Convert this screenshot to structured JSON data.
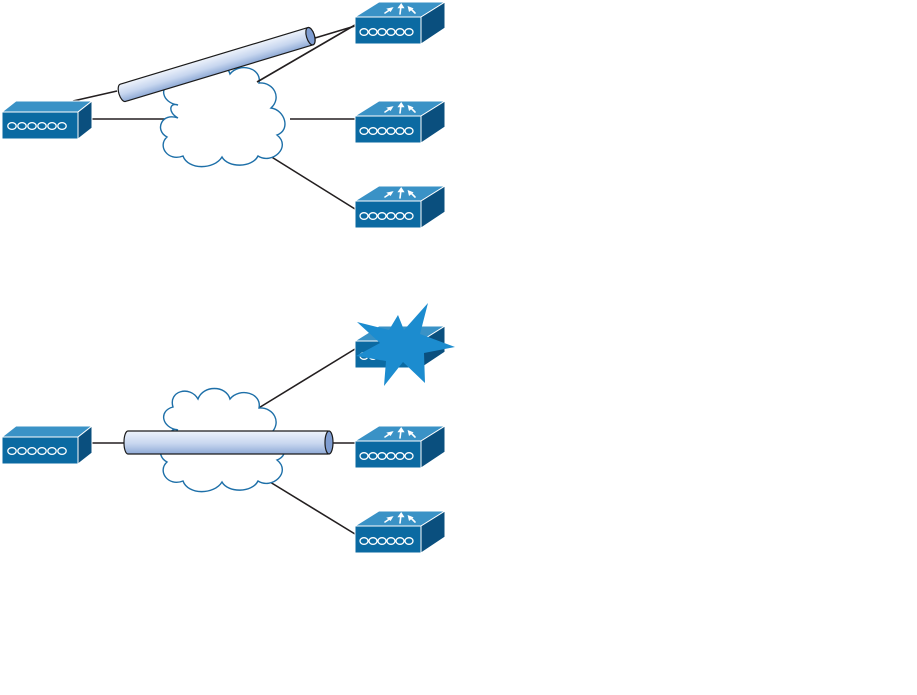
{
  "colors": {
    "device_front": "#0b6aa2",
    "device_top": "#3a92c6",
    "device_side": "#0a4f7e",
    "device_outline": "#ffffff",
    "cloud_outline": "#1d6fa8",
    "link": "#231f20",
    "tunnel_light": "#eef3fb",
    "tunnel_dark": "#97b3dc",
    "tunnel_outline": "#1b1b1b",
    "burst": "#1c8ccf"
  },
  "icons": {
    "hub_device": "vpn-concentrator-icon",
    "spoke_device": "access-point-router-icon",
    "network": "cloud-icon",
    "tunnel": "vpn-tunnel-icon",
    "failure": "failure-burst-icon"
  },
  "diagrams": [
    {
      "id": "top",
      "spokes": 3,
      "failed_spoke": null
    },
    {
      "id": "bottom",
      "spokes": 3,
      "failed_spoke": 1
    }
  ]
}
